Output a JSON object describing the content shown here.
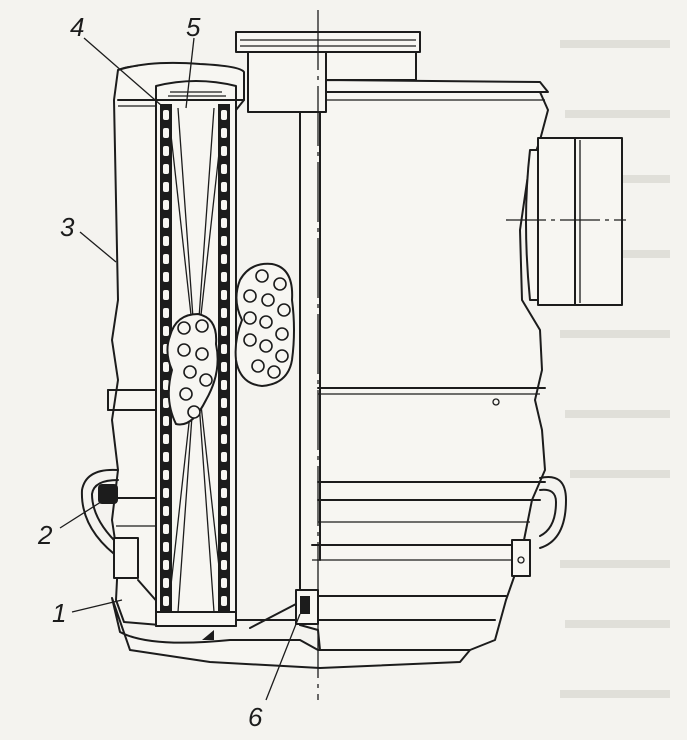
{
  "figure": {
    "callouts": [
      {
        "id": "1",
        "text": "1"
      },
      {
        "id": "2",
        "text": "2"
      },
      {
        "id": "3",
        "text": "3"
      },
      {
        "id": "4",
        "text": "4"
      },
      {
        "id": "5",
        "text": "5"
      },
      {
        "id": "6",
        "text": "6"
      }
    ]
  }
}
